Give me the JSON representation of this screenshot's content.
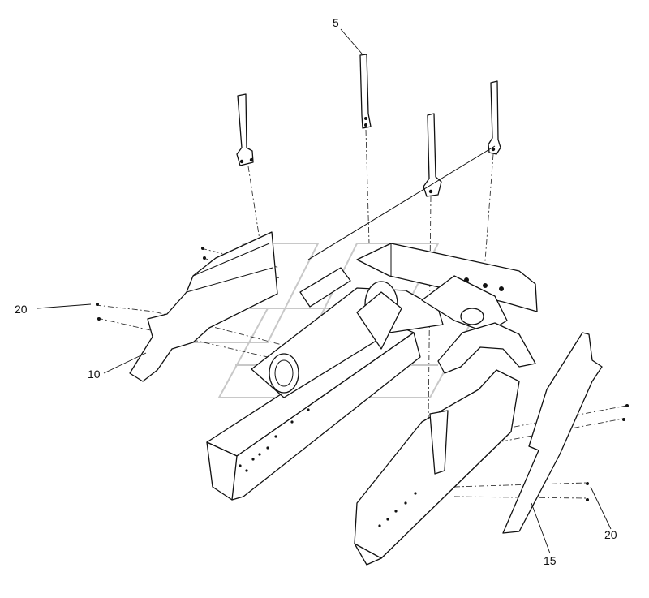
{
  "diagram": {
    "callouts": [
      {
        "id": "c5",
        "text": "5"
      },
      {
        "id": "c10",
        "text": "10"
      },
      {
        "id": "c15",
        "text": "15"
      },
      {
        "id": "c20a",
        "text": "20"
      },
      {
        "id": "c20b",
        "text": "20"
      }
    ]
  }
}
